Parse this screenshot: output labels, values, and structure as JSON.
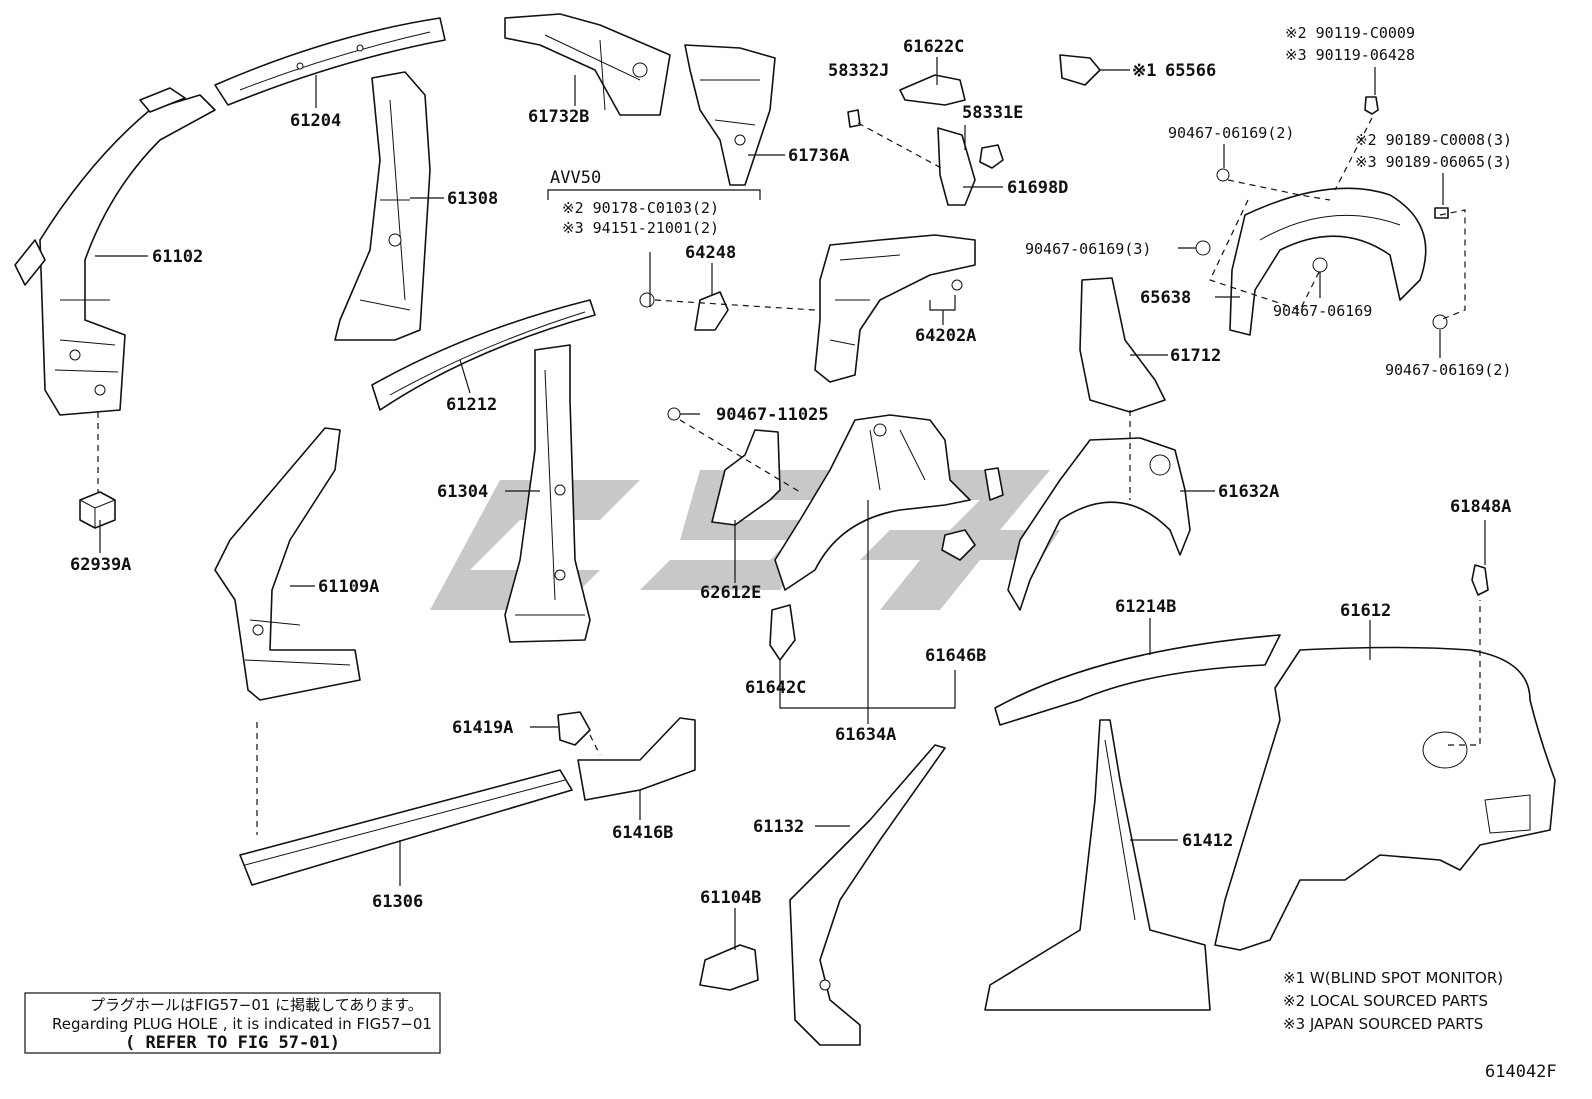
{
  "diagram_id": "614042F",
  "group_label": "AVV50",
  "parts": {
    "p61102": "61102",
    "p61204": "61204",
    "p61308": "61308",
    "p61732B": "61732B",
    "p61736A": "61736A",
    "p61622C": "61622C",
    "p58332J": "58332J",
    "p58331E": "58331E",
    "p61698D": "61698D",
    "p65566": "65566",
    "p65566_mark": "※1",
    "p64248": "64248",
    "p64202A": "64202A",
    "p61212": "61212",
    "p61304": "61304",
    "p62939A": "62939A",
    "p61109A": "61109A",
    "p90467_11025": "90467-11025",
    "p62612E": "62612E",
    "p65638": "65638",
    "p61712": "61712",
    "p61632A": "61632A",
    "p61646B": "61646B",
    "p61642C": "61642C",
    "p61634A": "61634A",
    "p61848A": "61848A",
    "p61214B": "61214B",
    "p61612": "61612",
    "p61419A": "61419A",
    "p61416B": "61416B",
    "p61306": "61306",
    "p61132": "61132",
    "p61104B": "61104B",
    "p61412": "61412"
  },
  "fasteners": {
    "avv_line1": "※2 90178-C0103(2)",
    "avv_line2": "※3 94151-21001(2)",
    "bolt_line1": "※2  90119-C0009",
    "bolt_line2": "※3  90119-06428",
    "clip_line1": "※2 90189-C0008(3)",
    "clip_line2": "※3 90189-06065(3)",
    "nut_a": "90467-06169(2)",
    "nut_b": "90467-06169(3)",
    "nut_c": "90467-06169",
    "nut_d": "90467-06169(2)"
  },
  "note_box": {
    "line_jp": "プラグホールはFIG57−01 に掲載してあります。",
    "line_en": "Regarding  PLUG HOLE , it is indicated  in  FIG57−01",
    "line_ref": "( REFER TO FIG 57-01)"
  },
  "legend": [
    "※1 W(BLIND SPOT MONITOR)",
    "※2 LOCAL SOURCED PARTS",
    "※3 JAPAN SOURCED PARTS"
  ]
}
